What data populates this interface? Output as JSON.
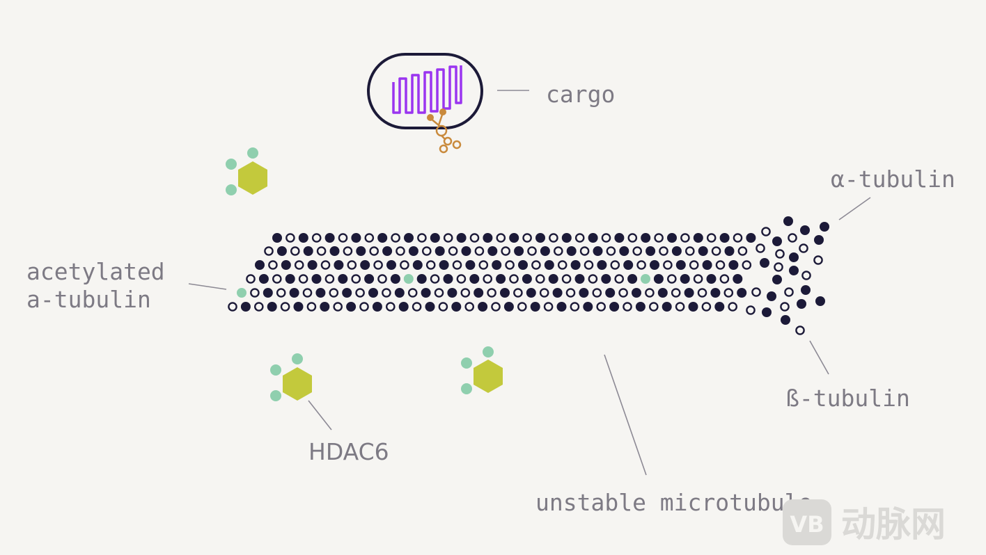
{
  "labels": {
    "cargo": "cargo",
    "alpha_tubulin": "α-tubulin",
    "acetylated_line1": "acetylated",
    "acetylated_line2": "a-tubulin",
    "beta_tubulin": "ß-tubulin",
    "hdac6": "HDAC6",
    "microtubule": "unstable microtubule"
  },
  "watermark": {
    "logo_letters": "VB",
    "text": "动脉网"
  },
  "colors": {
    "background": "#f6f5f2",
    "tubulin_dark": "#1c1a38",
    "tubulin_ring": "#1c1a38",
    "acetyl_group": "#8fcfae",
    "hdac6_enzyme": "#c3c93c",
    "cargo_outline": "#1c1a38",
    "cargo_inner": "#9a35f0",
    "motor_protein": "#c98a3c",
    "label_text": "#7d7a84"
  },
  "icons": {
    "cargo": "vesicle-with-membrane-icon",
    "motor": "motor-protein-icon",
    "enzyme": "hdac6-hexagon-icon"
  }
}
